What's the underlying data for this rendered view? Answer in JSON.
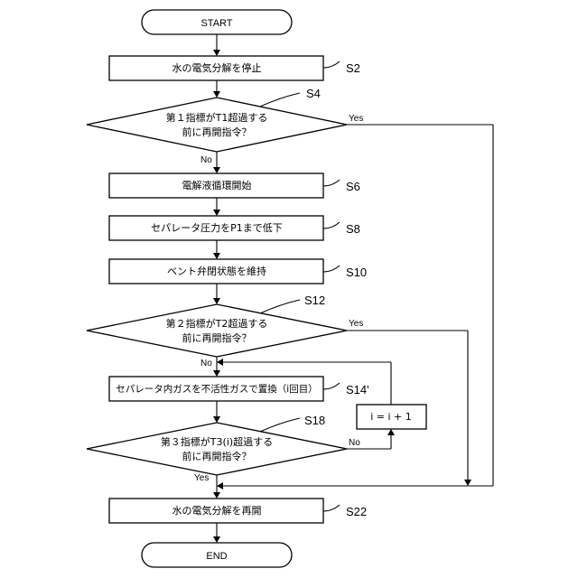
{
  "terminals": {
    "start": "START",
    "end": "END"
  },
  "steps": {
    "s2": "水の電気分解を停止",
    "s4": [
      "第１指標がT1超過する",
      "前に再開指令？"
    ],
    "s6": "電解液循環開始",
    "s8": "セパレータ圧力をP1まで低下",
    "s10": "ベント弁閉状態を維持",
    "s12": [
      "第２指標がT2超過する",
      "前に再開指令？"
    ],
    "s14": "セパレータ内ガスを不活性ガスで置換（i回目）",
    "increment": "i = i + 1",
    "s18": [
      "第３指標がT3(i)超過する",
      "前に再開指令？"
    ],
    "s22": "水の電気分解を再開"
  },
  "step_labels": {
    "s2": "S2",
    "s4": "S4",
    "s6": "S6",
    "s8": "S8",
    "s10": "S10",
    "s12": "S12",
    "s14": "S14'",
    "s18": "S18",
    "s22": "S22"
  },
  "branch_labels": {
    "s4_yes": "Yes",
    "s4_no": "No",
    "s12_yes": "Yes",
    "s12_no": "No",
    "s18_yes": "Yes",
    "s18_no": "No"
  }
}
